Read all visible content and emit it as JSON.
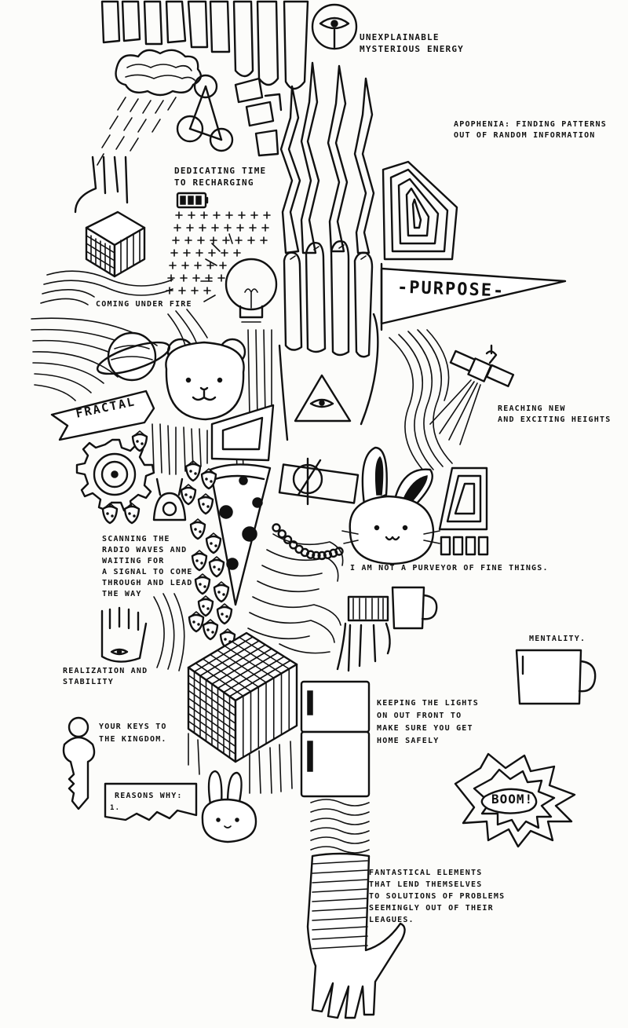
{
  "notes": {
    "unexplainable": [
      "UNEXPLAINABLE",
      "MYSTERIOUS ENERGY"
    ],
    "apophenia": [
      "APOPHENIA: FINDING PATTERNS",
      "OUT OF RANDOM INFORMATION"
    ],
    "dedicating": [
      "DEDICATING TIME",
      "TO RECHARGING"
    ],
    "coming_under_fire": "COMING UNDER FIRE",
    "reaching": [
      "REACHING NEW",
      "AND EXCITING HEIGHTS"
    ],
    "scanning": [
      "SCANNING THE",
      "RADIO WAVES AND",
      "WAITING FOR",
      "A SIGNAL TO COME",
      "THROUGH AND LEAD",
      "THE WAY"
    ],
    "purveyor": "I AM NOT A PURVEYOR OF FINE THINGS.",
    "mentality": "MENTALITY.",
    "realization": [
      "REALIZATION AND",
      "STABILITY"
    ],
    "keys": [
      "YOUR KEYS TO",
      "THE KINGDOM."
    ],
    "lights": [
      "KEEPING THE LIGHTS",
      "ON OUT FRONT TO",
      "MAKE SURE YOU GET",
      "HOME SAFELY"
    ],
    "reasons": "REASONS WHY:",
    "reasons_item": "1.",
    "fantastical": [
      "FANTASTICAL ELEMENTS",
      "THAT LEND THEMSELVES",
      "TO SOLUTIONS OF PROBLEMS",
      "SEEMINGLY OUT OF THEIR",
      "LEAGUES."
    ]
  },
  "banners": {
    "purpose": "-PURPOSE-",
    "fractal": "FRACTAL",
    "boom": "BOOM!"
  },
  "icons": [
    "eye-icon",
    "cloud-icon",
    "bicycle-icon",
    "cube-icon",
    "battery-icon",
    "lightbulb-icon",
    "hand-icon",
    "spiral-icon",
    "pennant-icon",
    "planet-icon",
    "bear-icon",
    "pyramid-eye-icon",
    "satellite-icon",
    "pizza-icon",
    "strawberry-icon",
    "gear-icon",
    "bunny-icon",
    "mug-icon",
    "key-icon",
    "refrigerator-icon",
    "starburst-icon"
  ]
}
